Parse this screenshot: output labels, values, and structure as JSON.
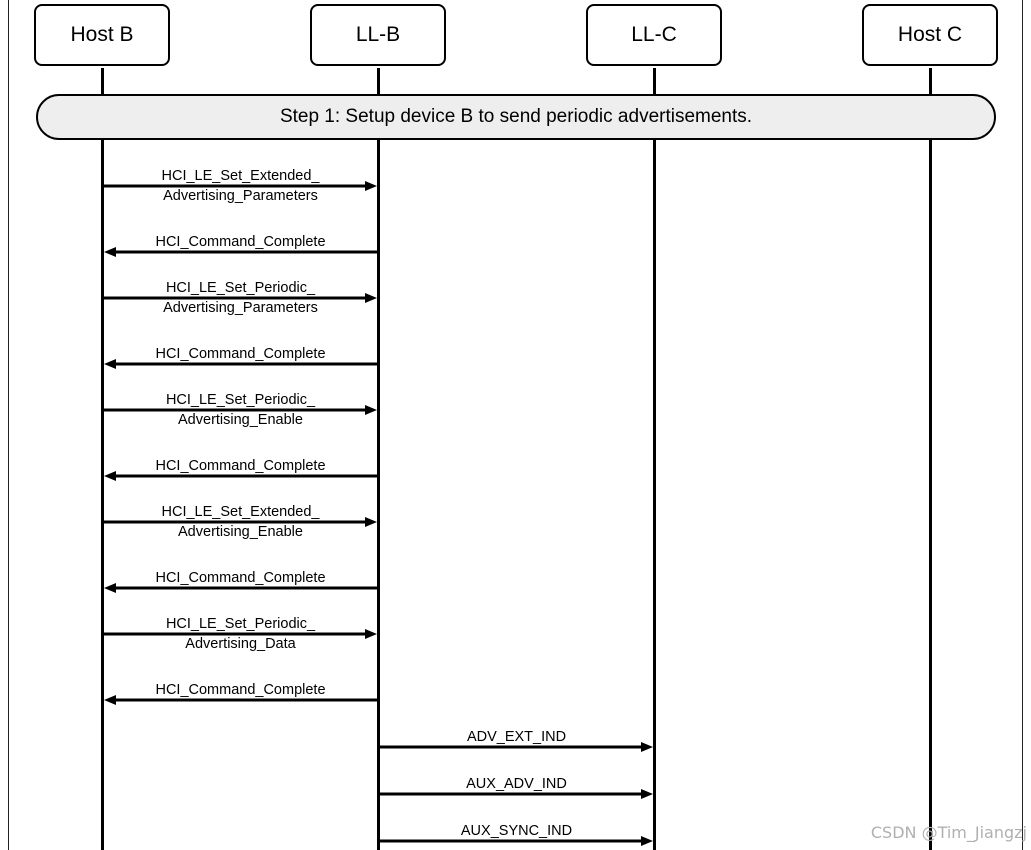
{
  "actors": [
    {
      "name": "Host B"
    },
    {
      "name": "LL-B"
    },
    {
      "name": "LL-C"
    },
    {
      "name": "Host C"
    }
  ],
  "step_banner": "Step 1:  Setup device B to send periodic advertisements.",
  "messages": [
    {
      "from": 0,
      "to": 1,
      "lines": [
        "HCI_LE_Set_Extended_",
        "Advertising_Parameters"
      ]
    },
    {
      "from": 1,
      "to": 0,
      "lines": [
        "HCI_Command_Complete"
      ]
    },
    {
      "from": 0,
      "to": 1,
      "lines": [
        "HCI_LE_Set_Periodic_",
        "Advertising_Parameters"
      ]
    },
    {
      "from": 1,
      "to": 0,
      "lines": [
        "HCI_Command_Complete"
      ]
    },
    {
      "from": 0,
      "to": 1,
      "lines": [
        "HCI_LE_Set_Periodic_",
        "Advertising_Enable"
      ]
    },
    {
      "from": 1,
      "to": 0,
      "lines": [
        "HCI_Command_Complete"
      ]
    },
    {
      "from": 0,
      "to": 1,
      "lines": [
        "HCI_LE_Set_Extended_",
        "Advertising_Enable"
      ]
    },
    {
      "from": 1,
      "to": 0,
      "lines": [
        "HCI_Command_Complete"
      ]
    },
    {
      "from": 0,
      "to": 1,
      "lines": [
        "HCI_LE_Set_Periodic_",
        "Advertising_Data"
      ]
    },
    {
      "from": 1,
      "to": 0,
      "lines": [
        "HCI_Command_Complete"
      ]
    },
    {
      "from": 1,
      "to": 2,
      "lines": [
        "ADV_EXT_IND"
      ]
    },
    {
      "from": 1,
      "to": 2,
      "lines": [
        "AUX_ADV_IND"
      ]
    },
    {
      "from": 1,
      "to": 2,
      "lines": [
        "AUX_SYNC_IND"
      ]
    }
  ],
  "watermark": "CSDN @Tim_Jiangzj"
}
